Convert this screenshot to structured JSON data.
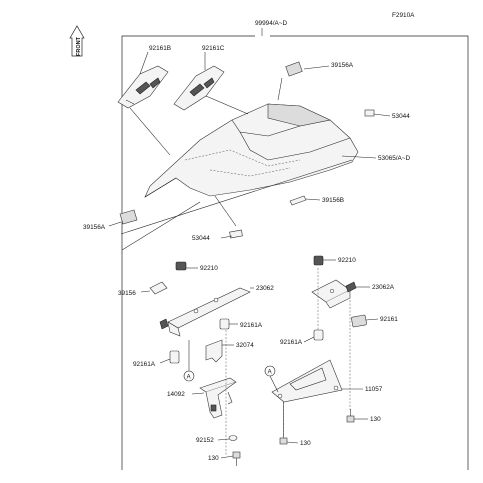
{
  "figure_code": "F2910A",
  "front_label": "FRONT",
  "assembly_label": "99994/A~D",
  "ref_marker": "A",
  "labels": {
    "p92161B": "92161B",
    "p92161C": "92161C",
    "p39156A_top": "39156A",
    "p53044_right": "53044",
    "p53065": "53065/A~D",
    "p39156B": "39156B",
    "p39156A_left": "39156A",
    "p53044_center": "53044",
    "p92210_left": "92210",
    "p39156": "39156",
    "p23062": "23062",
    "p92161A_1": "92161A",
    "p32074": "32074",
    "p92161A_2": "92161A",
    "p14092": "14092",
    "p92152": "92152",
    "p130_left": "130",
    "p92210_right": "92210",
    "p23062A": "23062A",
    "p92161": "92161",
    "p92161A_3": "92161A",
    "p11057": "11057",
    "p130_right": "130",
    "p130_bottom": "130"
  }
}
